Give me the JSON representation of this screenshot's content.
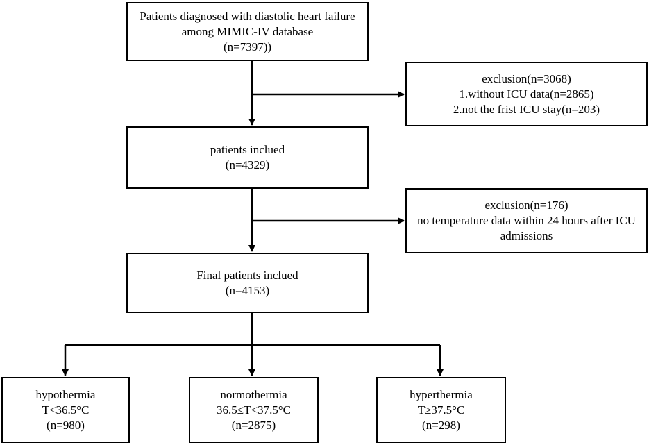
{
  "boxes": {
    "start": {
      "lines": [
        "Patients diagnosed with diastolic heart failure",
        "among MIMIC-IV database",
        "(n=7397))"
      ]
    },
    "exclusion1": {
      "lines": [
        "exclusion(n=3068)",
        "1.without ICU data(n=2865)",
        "2.not the frist ICU stay(n=203)"
      ]
    },
    "included": {
      "lines": [
        "patients inclued",
        "(n=4329)"
      ]
    },
    "exclusion2": {
      "lines": [
        "exclusion(n=176)",
        "no temperature data within 24 hours after ICU",
        "admissions"
      ]
    },
    "final": {
      "lines": [
        "Final patients inclued",
        "(n=4153)"
      ]
    },
    "hypothermia": {
      "lines": [
        "hypothermia",
        "T<36.5°C",
        "(n=980)"
      ]
    },
    "normothermia": {
      "lines": [
        "normothermia",
        "36.5≤T<37.5°C",
        "(n=2875)"
      ]
    },
    "hyperthermia": {
      "lines": [
        "hyperthermia",
        "T≥37.5°C",
        "(n=298)"
      ]
    }
  },
  "colors": {
    "line": "#000000",
    "background": "#ffffff"
  }
}
